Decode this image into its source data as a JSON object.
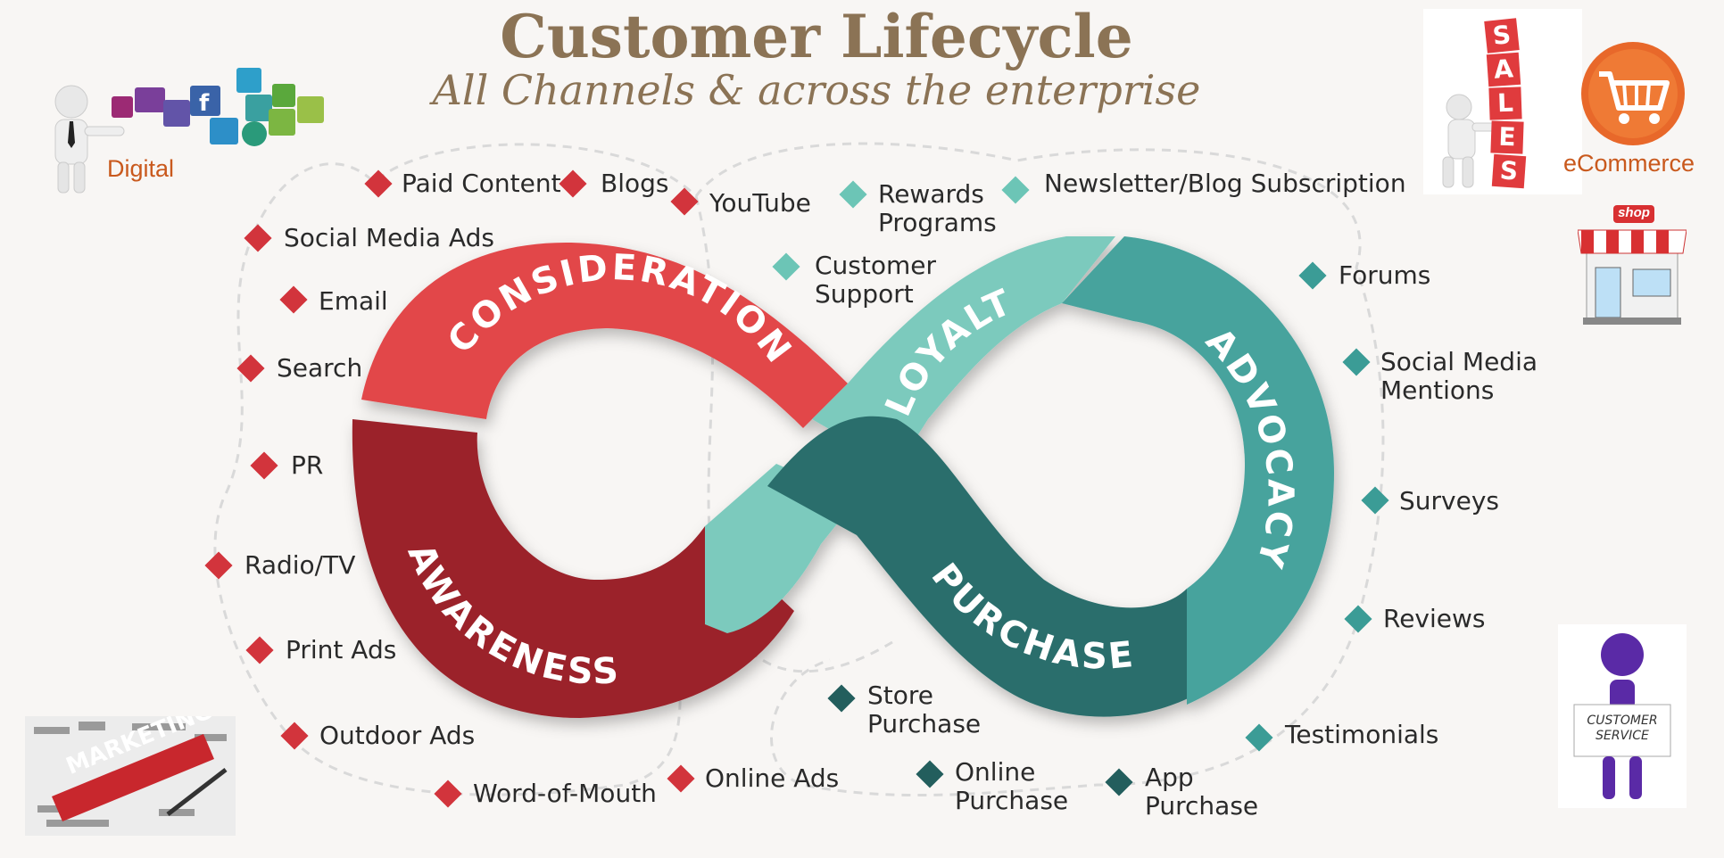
{
  "header": {
    "title": "Customer Lifecycle",
    "subtitle": "All Channels & across the enterprise"
  },
  "stages": {
    "consideration": "CONSIDERATION",
    "awareness": "AWARENESS",
    "loyalty": "LOYALTY",
    "purchase": "PURCHASE",
    "advocacy": "ADVOCACY"
  },
  "stage_colors": {
    "consideration": "#e2474a",
    "awareness": "#9b232c",
    "loyalty": "#7ccabd",
    "purchase": "#2b6e6c",
    "advocacy": "#47a39d"
  },
  "channels": {
    "paid_content": "Paid Content",
    "blogs": "Blogs",
    "youtube": "YouTube",
    "social_media_ads": "Social Media Ads",
    "email": "Email",
    "search": "Search",
    "pr": "PR",
    "radio_tv": "Radio/TV",
    "print_ads": "Print Ads",
    "outdoor_ads": "Outdoor Ads",
    "word_of_mouth": "Word-of-Mouth",
    "online_ads": "Online Ads",
    "rewards_programs": "Rewards\nPrograms",
    "customer_support": "Customer\nSupport",
    "newsletter": "Newsletter/Blog Subscription",
    "forums": "Forums",
    "social_media_mentions": "Social Media\nMentions",
    "surveys": "Surveys",
    "reviews": "Reviews",
    "testimonials": "Testimonials",
    "store_purchase": "Store\nPurchase",
    "online_purchase": "Online\nPurchase",
    "app_purchase": "App\nPurchase"
  },
  "icons": {
    "digital_caption": "Digital",
    "ecommerce_caption": "eCommerce",
    "sales_letters": [
      "S",
      "A",
      "L",
      "E",
      "S"
    ],
    "shop_sign": "shop",
    "marketing_banner": "MARKETING",
    "customer_service_sign": "CUSTOMER\nSERVICE"
  }
}
